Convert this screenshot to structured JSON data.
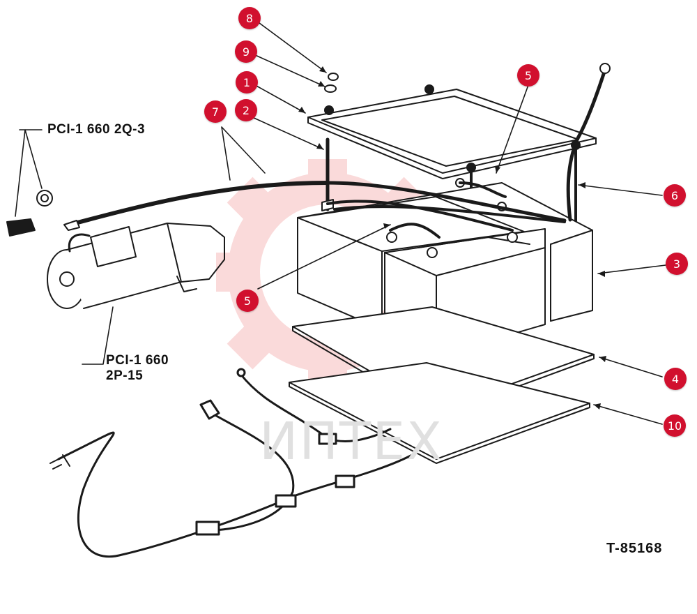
{
  "accent": "#d1102e",
  "watermark_color": "#f7bcbc",
  "callouts": {
    "c8": "8",
    "c9": "9",
    "c1": "1",
    "c2": "2",
    "c7": "7",
    "c5a": "5",
    "c5b": "5",
    "c6": "6",
    "c3": "3",
    "c4": "4",
    "c10": "10"
  },
  "labels": {
    "pcl_2q3": "PCI-1 660 2Q-3",
    "pcl_2p15_line1": "PCI-1 660",
    "pcl_2p15_line2": "2P-15"
  },
  "watermark": {
    "text": "ИПТЕХ",
    "icon": "gear-icon"
  },
  "reference": "T-85168"
}
